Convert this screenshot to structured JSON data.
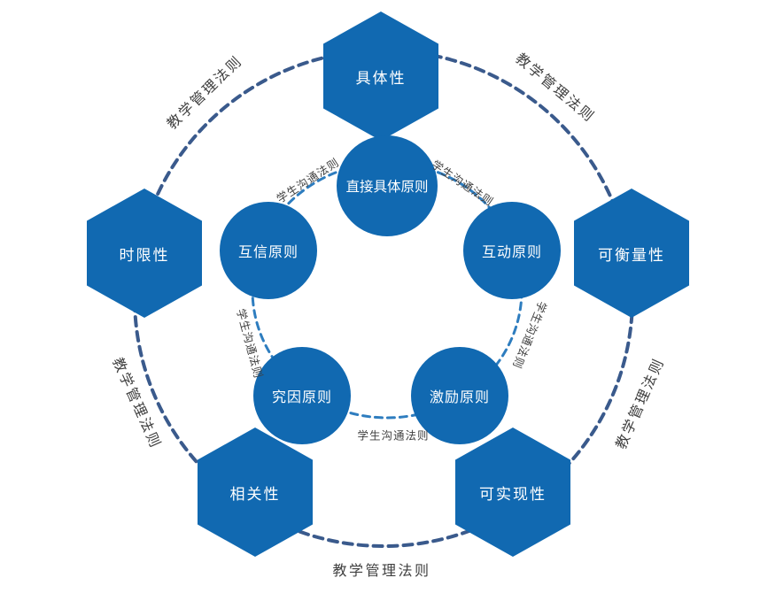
{
  "diagram": {
    "outer_path_label": "教学管理法则",
    "inner_path_label": "学生沟通法则",
    "hexagons": [
      {
        "label": "具体性"
      },
      {
        "label": "时限性"
      },
      {
        "label": "可衡量性"
      },
      {
        "label": "相关性"
      },
      {
        "label": "可实现性"
      }
    ],
    "circles": [
      {
        "label": "直接具体原则"
      },
      {
        "label": "互信原则"
      },
      {
        "label": "互动原则"
      },
      {
        "label": "究因原则"
      },
      {
        "label": "激励原则"
      }
    ],
    "colors": {
      "shape_fill": "#1169b1",
      "shape_text": "#ffffff",
      "outer_dash": "#3a5a8c",
      "inner_dash": "#2e7dbf",
      "label_text": "#3f3f3f"
    }
  }
}
